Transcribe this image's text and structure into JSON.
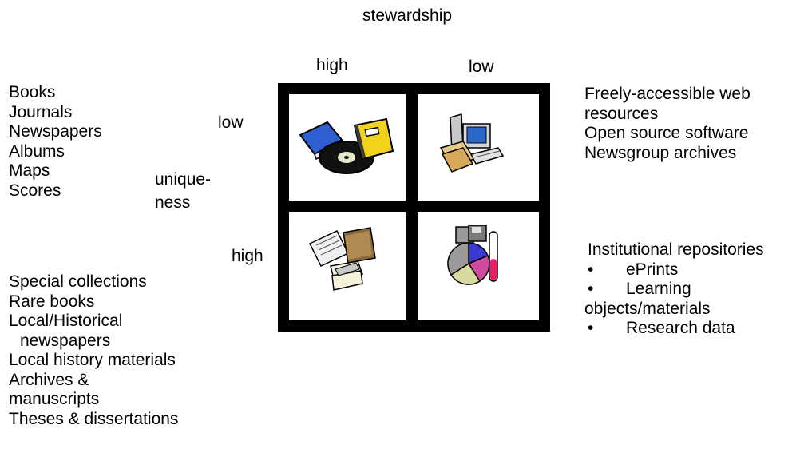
{
  "axes": {
    "top_title": "stewardship",
    "col_high": "high",
    "col_low": "low",
    "row_low": "low",
    "row_high": "high",
    "side_title_line1": "unique-",
    "side_title_line2": "ness"
  },
  "quadrants": {
    "top_left": {
      "items": [
        "Books",
        "Journals",
        "Newspapers",
        "Albums",
        "Maps",
        "Scores"
      ],
      "icon": "books-and-record-icon"
    },
    "bottom_left": {
      "items": [
        "Special collections",
        "Rare books",
        "Local/Historical",
        "newspapers",
        "Local history materials",
        "Archives &",
        "manuscripts",
        "Theses & dissertations"
      ],
      "icon": "documents-and-books-icon"
    },
    "top_right": {
      "items": [
        "Freely-accessible web",
        "resources",
        "Open source software",
        "Newsgroup archives"
      ],
      "icon": "computer-and-papers-icon"
    },
    "bottom_right": {
      "heading": "Institutional repositories",
      "bullet": "•",
      "bullets": [
        "ePrints",
        "Learning"
      ],
      "continuation": "objects/materials",
      "last_bullet": "Research data",
      "icon": "data-chart-and-test-tube-icon"
    }
  }
}
